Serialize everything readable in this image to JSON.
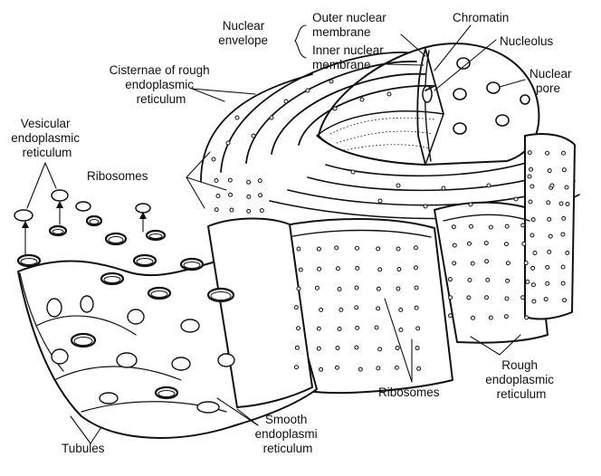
{
  "diagram": {
    "labels": {
      "nuclear_envelope": [
        "Nuclear",
        "envelope"
      ],
      "outer_nuclear_membrane": [
        "Outer nuclear",
        "membrane"
      ],
      "inner_nuclear_membrane": [
        "Inner nuclear",
        "membrane"
      ],
      "chromatin": [
        "Chromatin"
      ],
      "nucleolus": [
        "Nucleolus"
      ],
      "nuclear_pore": [
        "Nuclear",
        "pore"
      ],
      "cisternae_rough_er": [
        "Cisternae of rough",
        "endoplasmic",
        "reticulum"
      ],
      "vesicular_er": [
        "Vesicular",
        "endoplasmic",
        "reticulum"
      ],
      "ribosomes_left": [
        "Ribosomes"
      ],
      "ribosomes_bottom": [
        "Ribosomes"
      ],
      "rough_er": [
        "Rough",
        "endoplasmic",
        "reticulum"
      ],
      "smooth_er": [
        "Smooth",
        "endoplasmi",
        "reticulum"
      ],
      "tubules": [
        "Tubules"
      ]
    }
  }
}
